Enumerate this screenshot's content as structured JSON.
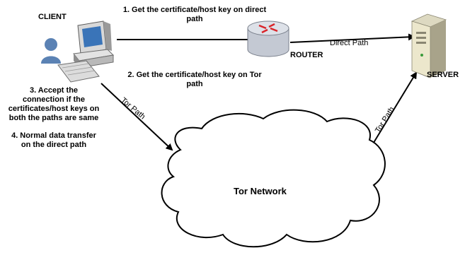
{
  "nodes": {
    "client": "CLIENT",
    "router": "ROUTER",
    "server": "SERVER",
    "cloud": "Tor Network"
  },
  "steps": {
    "step1_line1": "1. Get the certificate/host key on direct",
    "step1_line2": "path",
    "step2_line1": "2. Get the certificate/host key on Tor",
    "step2_line2": "path",
    "step3_line1": "3. Accept the",
    "step3_line2": "connection if the",
    "step3_line3": "certificates/host keys on",
    "step3_line4": "both the paths are same",
    "step4_line1": "4. Normal data transfer",
    "step4_line2": "on the direct path"
  },
  "edges": {
    "direct_path": "Direct Path",
    "tor_path_client": "Tor Path",
    "tor_path_server": "Tor Path"
  },
  "colors": {
    "router_fill": "#d7dbe3",
    "router_arrows": "#d9252a",
    "person": "#5b82b4",
    "server_body": "#e8e3c8"
  }
}
